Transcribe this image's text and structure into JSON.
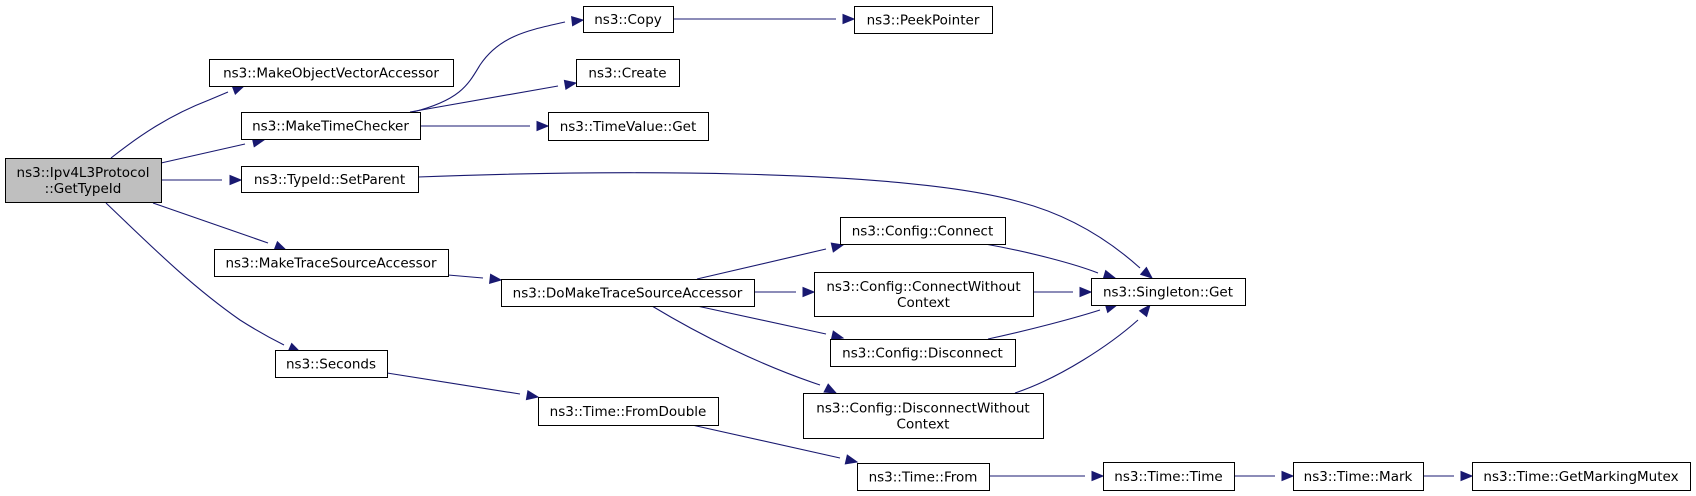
{
  "graph": {
    "title": "",
    "nodes": [
      {
        "id": "getTypeId",
        "lines": [
          "ns3::Ipv4L3Protocol",
          "::GetTypeId"
        ],
        "root": true
      },
      {
        "id": "makeObjectVectorAccessor",
        "lines": [
          "ns3::MakeObjectVectorAccessor"
        ]
      },
      {
        "id": "makeTimeChecker",
        "lines": [
          "ns3::MakeTimeChecker"
        ]
      },
      {
        "id": "setParent",
        "lines": [
          "ns3::TypeId::SetParent"
        ]
      },
      {
        "id": "makeTraceSourceAccessor",
        "lines": [
          "ns3::MakeTraceSourceAccessor"
        ]
      },
      {
        "id": "seconds",
        "lines": [
          "ns3::Seconds"
        ]
      },
      {
        "id": "copy",
        "lines": [
          "ns3::Copy"
        ]
      },
      {
        "id": "peekPointer",
        "lines": [
          "ns3::PeekPointer"
        ]
      },
      {
        "id": "create",
        "lines": [
          "ns3::Create"
        ]
      },
      {
        "id": "timeValueGet",
        "lines": [
          "ns3::TimeValue::Get"
        ]
      },
      {
        "id": "doMakeTraceSourceAccessor",
        "lines": [
          "ns3::DoMakeTraceSourceAccessor"
        ]
      },
      {
        "id": "configConnect",
        "lines": [
          "ns3::Config::Connect"
        ]
      },
      {
        "id": "configConnectWithoutContext",
        "lines": [
          "ns3::Config::ConnectWithout",
          "Context"
        ]
      },
      {
        "id": "configDisconnect",
        "lines": [
          "ns3::Config::Disconnect"
        ]
      },
      {
        "id": "configDisconnectWithoutContext",
        "lines": [
          "ns3::Config::DisconnectWithout",
          "Context"
        ]
      },
      {
        "id": "singletonGet",
        "lines": [
          "ns3::Singleton::Get"
        ]
      },
      {
        "id": "timeFromDouble",
        "lines": [
          "ns3::Time::FromDouble"
        ]
      },
      {
        "id": "timeFrom",
        "lines": [
          "ns3::Time::From"
        ]
      },
      {
        "id": "timeTime",
        "lines": [
          "ns3::Time::Time"
        ]
      },
      {
        "id": "timeMark",
        "lines": [
          "ns3::Time::Mark"
        ]
      },
      {
        "id": "timeGetMarkingMutex",
        "lines": [
          "ns3::Time::GetMarkingMutex"
        ]
      }
    ],
    "edges": [
      {
        "from": "getTypeId",
        "to": "makeObjectVectorAccessor"
      },
      {
        "from": "getTypeId",
        "to": "makeTimeChecker"
      },
      {
        "from": "getTypeId",
        "to": "setParent"
      },
      {
        "from": "getTypeId",
        "to": "makeTraceSourceAccessor"
      },
      {
        "from": "getTypeId",
        "to": "seconds"
      },
      {
        "from": "makeTimeChecker",
        "to": "copy"
      },
      {
        "from": "makeTimeChecker",
        "to": "create"
      },
      {
        "from": "makeTimeChecker",
        "to": "timeValueGet"
      },
      {
        "from": "copy",
        "to": "peekPointer"
      },
      {
        "from": "setParent",
        "to": "singletonGet"
      },
      {
        "from": "makeTraceSourceAccessor",
        "to": "doMakeTraceSourceAccessor"
      },
      {
        "from": "doMakeTraceSourceAccessor",
        "to": "configConnect"
      },
      {
        "from": "doMakeTraceSourceAccessor",
        "to": "configConnectWithoutContext"
      },
      {
        "from": "doMakeTraceSourceAccessor",
        "to": "configDisconnect"
      },
      {
        "from": "doMakeTraceSourceAccessor",
        "to": "configDisconnectWithoutContext"
      },
      {
        "from": "configConnect",
        "to": "singletonGet"
      },
      {
        "from": "configConnectWithoutContext",
        "to": "singletonGet"
      },
      {
        "from": "configDisconnect",
        "to": "singletonGet"
      },
      {
        "from": "configDisconnectWithoutContext",
        "to": "singletonGet"
      },
      {
        "from": "seconds",
        "to": "timeFromDouble"
      },
      {
        "from": "timeFromDouble",
        "to": "timeFrom"
      },
      {
        "from": "timeFrom",
        "to": "timeTime"
      },
      {
        "from": "timeTime",
        "to": "timeMark"
      },
      {
        "from": "timeMark",
        "to": "timeGetMarkingMutex"
      }
    ],
    "colors": {
      "edge": "#191970",
      "root_fill": "#bfbfbf",
      "node_fill": "#ffffff",
      "border": "#000000"
    }
  }
}
